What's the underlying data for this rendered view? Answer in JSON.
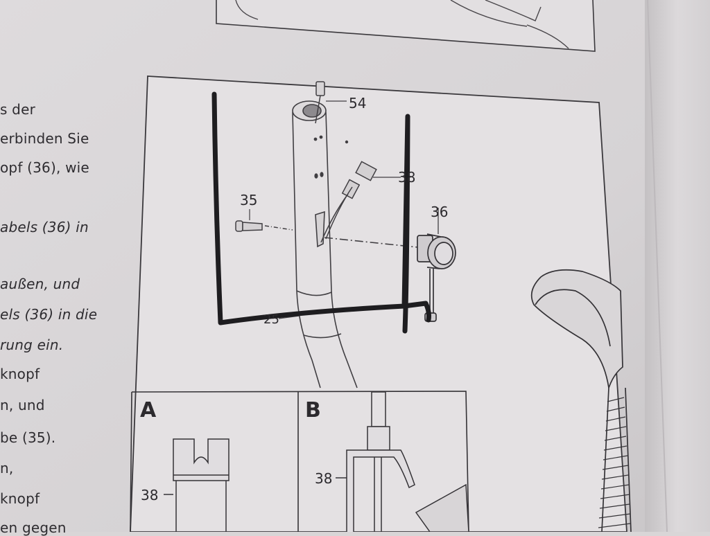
{
  "page_text": {
    "lines": [
      "s der",
      "erbinden Sie",
      "opf (36), wie",
      "abels (36) in",
      "außen, und",
      "els (36) in die",
      "rung ein.",
      "knopf",
      "n, und",
      "be (35).",
      "n,",
      "knopf",
      "en gegen"
    ]
  },
  "diagram": {
    "part_labels": {
      "p54": "54",
      "p38": "38",
      "p35": "35",
      "p36": "36",
      "p25": "25"
    },
    "panel_a": {
      "letter": "A",
      "part_label": "38"
    },
    "panel_b": {
      "letter": "B",
      "part_label": "38"
    }
  }
}
